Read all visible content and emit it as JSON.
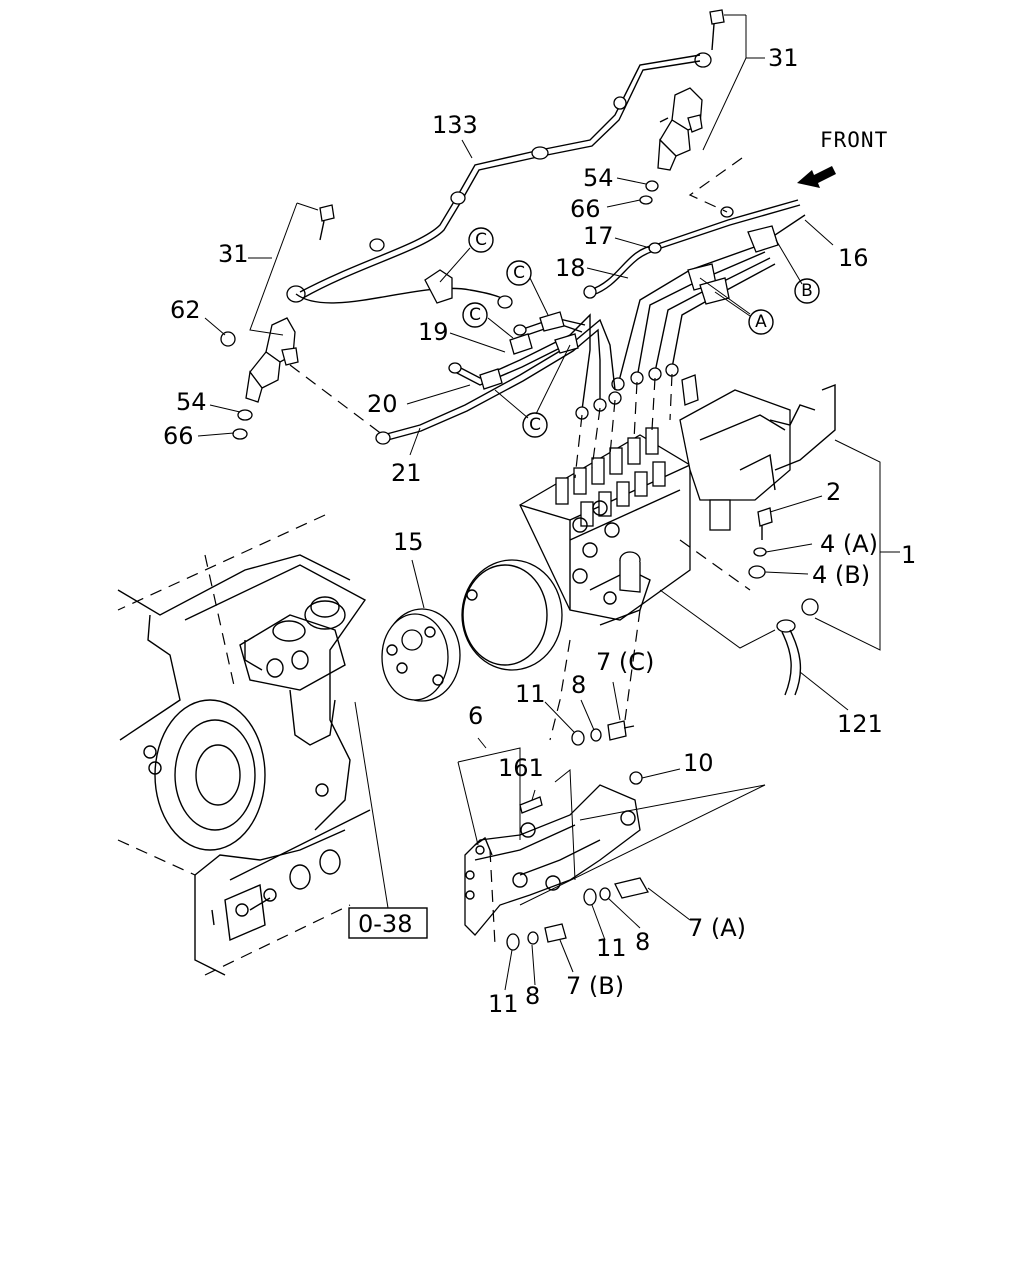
{
  "diagram": {
    "front_label": "FRONT",
    "reference_box": "0-38",
    "callouts": {
      "c1": "1",
      "c2": "2",
      "c4a": "4 (A)",
      "c4b": "4 (B)",
      "c6": "6",
      "c7a": "7 (A)",
      "c7b": "7 (B)",
      "c7c": "7 (C)",
      "c8a": "8",
      "c8b": "8",
      "c8c": "8",
      "c10": "10",
      "c11a": "11",
      "c11b": "11",
      "c11c": "11",
      "c15": "15",
      "c16": "16",
      "c17": "17",
      "c18": "18",
      "c19": "19",
      "c20": "20",
      "c21": "21",
      "c31a": "31",
      "c31b": "31",
      "c54a": "54",
      "c54b": "54",
      "c62": "62",
      "c66a": "66",
      "c66b": "66",
      "c121": "121",
      "c133": "133",
      "c161": "161"
    },
    "circle_markers": {
      "a1": "A",
      "b1": "B",
      "c_1": "C",
      "c_2": "C",
      "c_3": "C",
      "c_4": "C"
    }
  }
}
